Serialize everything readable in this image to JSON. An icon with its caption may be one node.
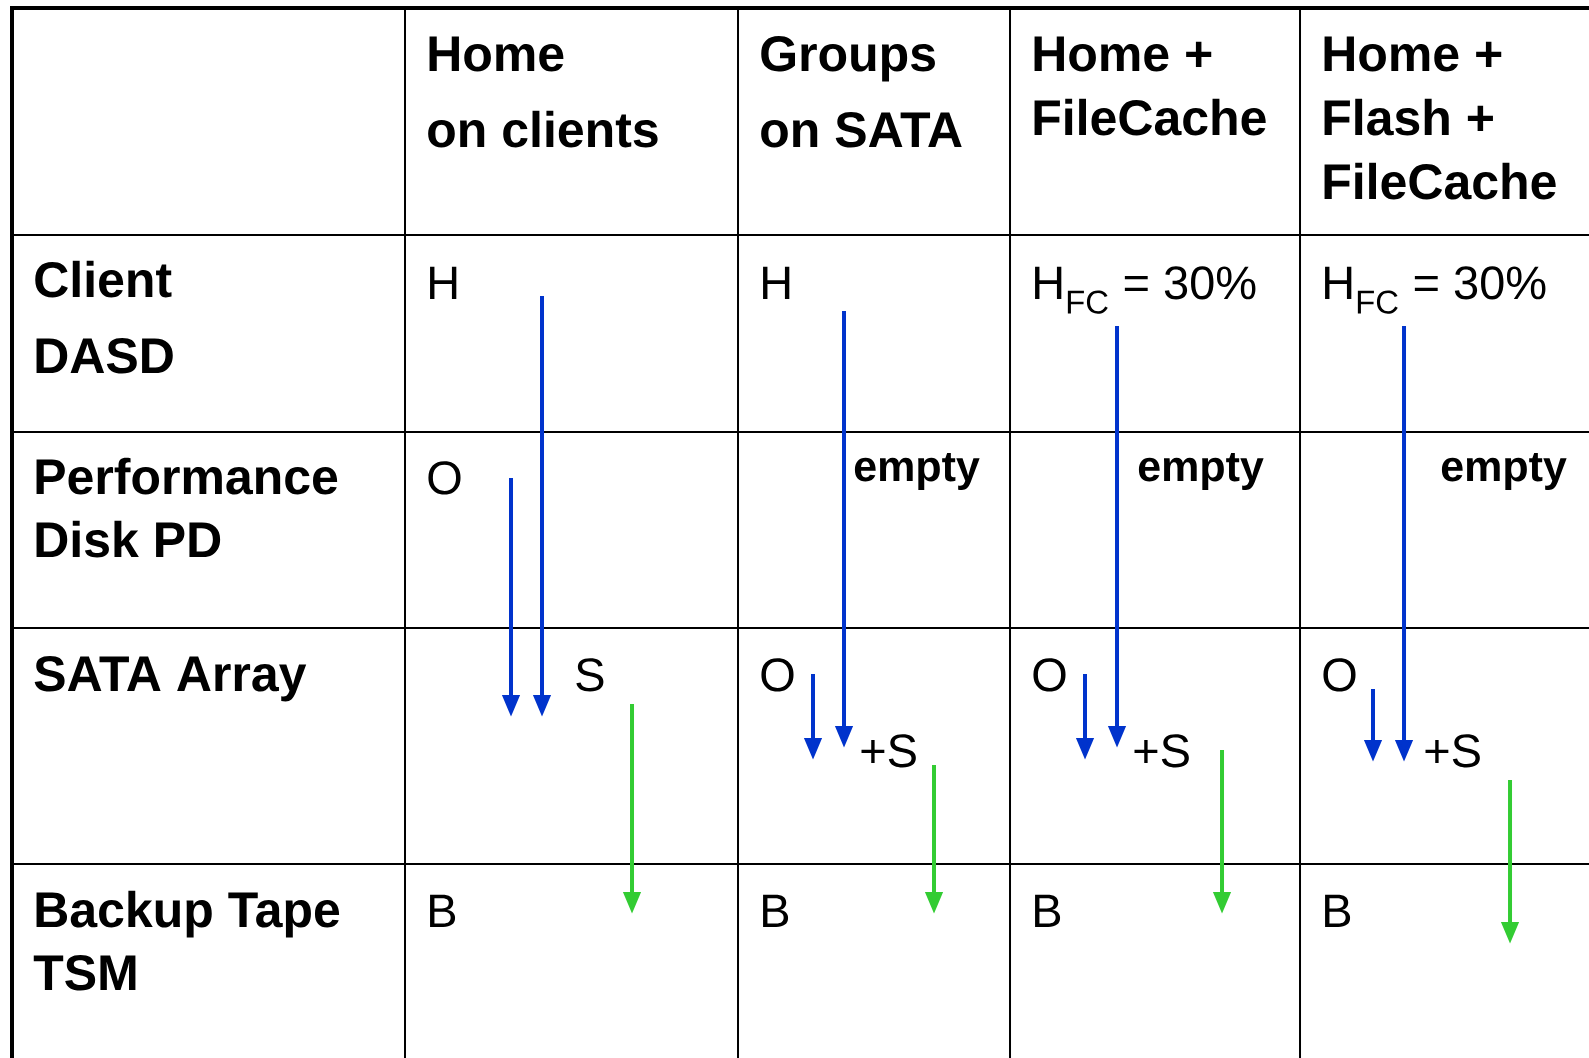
{
  "diagram": {
    "nodes": [
      {
        "text": [
          "H"
        ]
      },
      {
        "text": [
          "O"
        ]
      },
      {
        "text": [
          "S"
        ]
      },
      {
        "text": [
          "B"
        ]
      },
      {
        "text": [
          "H"
        ]
      },
      {
        "text": [
          "O"
        ]
      },
      {
        "text": [
          "+S"
        ]
      },
      {
        "text": [
          "B"
        ]
      },
      {
        "text": [
          "H$_{FC}$ = 30%"
        ]
      },
      {
        "text": [
          "O"
        ]
      },
      {
        "text": [
          "+S"
        ]
      },
      {
        "text": [
          "B"
        ]
      },
      {
        "text": [
          "H$_{FC}$ = 30%"
        ]
      },
      {
        "text": [
          "O"
        ]
      },
      {
        "text": [
          "+S"
        ]
      },
      {
        "text": [
          "B"
        ]
      }
    ],
    "edges": [
      {
        "from": 0,
        "to": 2,
        "arrow": "to"
      },
      {
        "from": 1,
        "to": 2,
        "arrow": "to"
      },
      {
        "from": 2,
        "to": null,
        "arrow": "to",
        "color": "#33cc33"
      },
      {
        "from": 4,
        "to": 6,
        "arrow": "to"
      },
      {
        "from": 5,
        "to": 6,
        "arrow": "to"
      },
      {
        "from": 6,
        "to": null,
        "arrow": "to",
        "color": "#33cc33"
      },
      {
        "from": 8,
        "to": 10,
        "arrow": "to"
      },
      {
        "from": 9,
        "to": 10,
        "arrow": "to"
      },
      {
        "from": 10,
        "to": null,
        "arrow": "to",
        "color": "#33cc33"
      },
      {
        "from": 12,
        "to": 14,
        "arrow": "to"
      },
      {
        "from": 13,
        "to": 14,
        "arrow": "to"
      },
      {
        "from": 14,
        "to": null,
        "arrow": "to",
        "color": "#33cc33"
      }
    ],
    "labels": [
      "Home on clients",
      "Groups on SATA",
      "Home + FileCache",
      "Home + Flash + FileCache",
      "Client DASD",
      "Performance Disk PD",
      "SATA Array",
      "Backup Tape TSM",
      "empty",
      "empty",
      "empty"
    ]
  }
}
